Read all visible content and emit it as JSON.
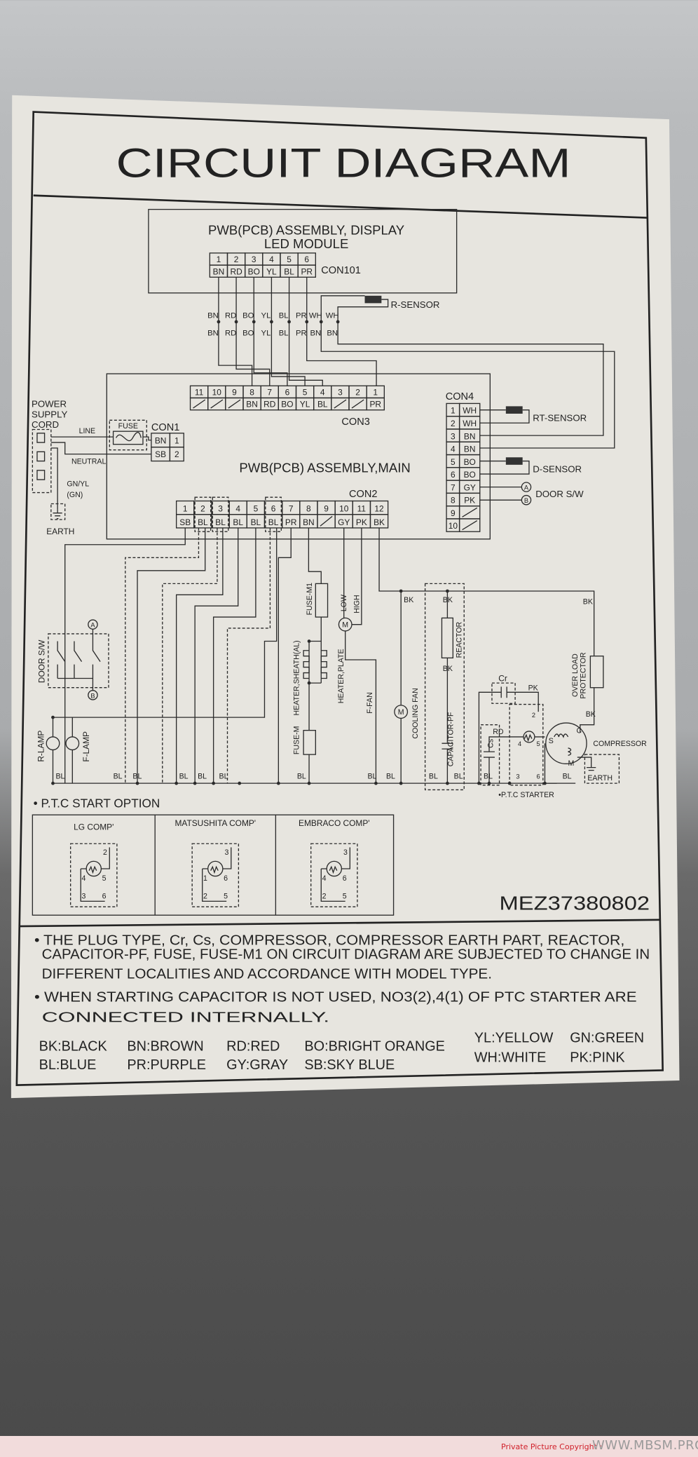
{
  "title": "CIRCUIT DIAGRAM",
  "display_pcb": {
    "line1": "PWB(PCB)  ASSEMBLY, DISPLAY",
    "line2": "LED MODULE",
    "connector": "CON101",
    "pins": [
      "1",
      "2",
      "3",
      "4",
      "5",
      "6"
    ],
    "colors": [
      "BN",
      "RD",
      "BO",
      "YL",
      "BL",
      "PR"
    ]
  },
  "harness": {
    "top": [
      "BN",
      "RD",
      "BO",
      "YL",
      "BL",
      "PR",
      "WH",
      "WH"
    ],
    "bottom": [
      "BN",
      "RD",
      "BO",
      "YL",
      "BL",
      "PR",
      "BN",
      "BN"
    ]
  },
  "sensors": {
    "r": "R-SENSOR",
    "rt": "RT-SENSOR",
    "d": "D-SENSOR",
    "door": "DOOR S/W",
    "a": "A",
    "b": "B"
  },
  "main_pcb": {
    "title": "PWB(PCB) ASSEMBLY,MAIN",
    "fuse": "FUSE",
    "con1": {
      "label": "CON1",
      "pins": [
        "1",
        "2"
      ],
      "colors": [
        "BN",
        "SB"
      ]
    },
    "con3": {
      "label": "CON3",
      "pins": [
        "11",
        "10",
        "9",
        "8",
        "7",
        "6",
        "5",
        "4",
        "3",
        "2",
        "1"
      ],
      "colors": [
        "",
        "",
        "",
        "BN",
        "RD",
        "BO",
        "YL",
        "BL",
        "",
        "",
        "PR"
      ]
    },
    "con4": {
      "label": "CON4",
      "pins": [
        "1",
        "2",
        "3",
        "4",
        "5",
        "6",
        "7",
        "8",
        "9",
        "10"
      ],
      "colors": [
        "WH",
        "WH",
        "BN",
        "BN",
        "BO",
        "BO",
        "GY",
        "PK",
        "",
        ""
      ]
    },
    "con2": {
      "label": "CON2",
      "pins": [
        "1",
        "2",
        "3",
        "4",
        "5",
        "6",
        "7",
        "8",
        "9",
        "10",
        "11",
        "12"
      ],
      "colors": [
        "SB",
        "BL",
        "BL",
        "BL",
        "BL",
        "BL",
        "PR",
        "BN",
        "",
        "GY",
        "PK",
        "BK"
      ]
    }
  },
  "power": {
    "cord": [
      "POWER",
      "SUPPLY",
      "CORD"
    ],
    "line": "LINE",
    "neutral": "NEUTRAL",
    "gnyl": "GN/YL",
    "gn": "(GN)",
    "earth": "EARTH"
  },
  "components": {
    "door_sw": "DOOR S/W",
    "r_lamp": "R-LAMP",
    "f_lamp": "F-LAMP",
    "fuse_m1": "FUSE-M1",
    "low": "LOW",
    "high": "HIGH",
    "heater_sheath": "HEATER,SHEATH(AL)",
    "heater_plate": "HEATER,PLATE",
    "fuse_m": "FUSE-M",
    "f_fan": "F-FAN",
    "cooling_fan": "COOLING FAN",
    "reactor": "REACTOR",
    "capacitor_pf": "CAPACITOR-PF",
    "cr": "Cr",
    "cs": "Cs",
    "pk": "PK",
    "rd": "RD",
    "overload": "OVER LOAD",
    "protector": "PROTECTOR",
    "compressor": "COMPRESSOR",
    "earth": "EARTH",
    "ptc_starter": "•P.T.C STARTER",
    "motor": "M",
    "s": "S",
    "c": "C",
    "m": "M",
    "ptc_pins": [
      "2",
      "4",
      "5",
      "3",
      "6"
    ]
  },
  "wires": {
    "bl": "BL",
    "bk": "BK"
  },
  "ptc_option": {
    "title": "• P.T.C   START OPTION",
    "comps": [
      {
        "name": "LG COMP'",
        "pins": [
          "2",
          "4",
          "5",
          "3",
          "6"
        ]
      },
      {
        "name": "MATSUSHITA COMP'",
        "pins": [
          "3",
          "1",
          "6",
          "2",
          "5"
        ]
      },
      {
        "name": "EMBRACO COMP'",
        "pins": [
          "3",
          "4",
          "6",
          "2",
          "5"
        ]
      }
    ]
  },
  "part_number": "MEZ37380802",
  "notes": [
    "• THE PLUG TYPE, Cr, Cs, COMPRESSOR, COMPRESSOR EARTH PART, REACTOR,",
    "CAPACITOR-PF, FUSE, FUSE-M1 ON CIRCUIT DIAGRAM ARE SUBJECTED TO CHANGE IN",
    "DIFFERENT LOCALITIES AND ACCORDANCE WITH MODEL TYPE.",
    "• WHEN STARTING CAPACITOR IS NOT USED, NO3(2),4(1) OF PTC STARTER ARE",
    "CONNECTED INTERNALLY."
  ],
  "legend": {
    "row1": [
      "BK:BLACK",
      "BN:BROWN",
      "RD:RED",
      "BO:BRIGHT ORANGE",
      "YL:YELLOW",
      "GN:GREEN"
    ],
    "row2": [
      "BL:BLUE",
      "PR:PURPLE",
      "GY:GRAY",
      "SB:SKY BLUE",
      "WH:WHITE",
      "PK:PINK"
    ]
  },
  "footer": {
    "copyright": "Private Picture Copyright :",
    "site": "WWW.MBSM.PRO"
  }
}
